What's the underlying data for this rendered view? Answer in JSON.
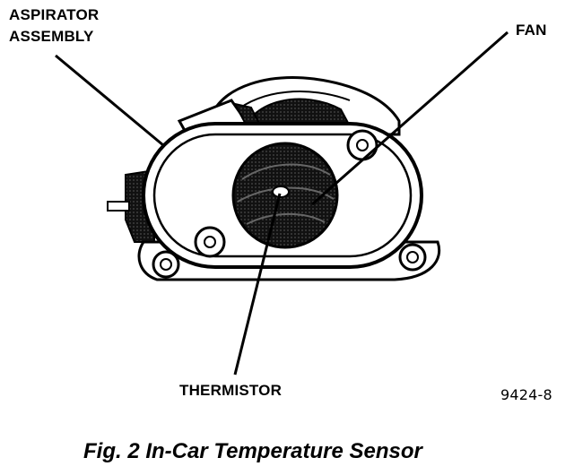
{
  "labels": {
    "aspirator_line1": "ASPIRATOR",
    "aspirator_line2": "ASSEMBLY",
    "fan": "FAN",
    "thermistor": "THERMISTOR",
    "figure_number": "9424-8"
  },
  "caption": "Fig. 2 In-Car Temperature Sensor"
}
